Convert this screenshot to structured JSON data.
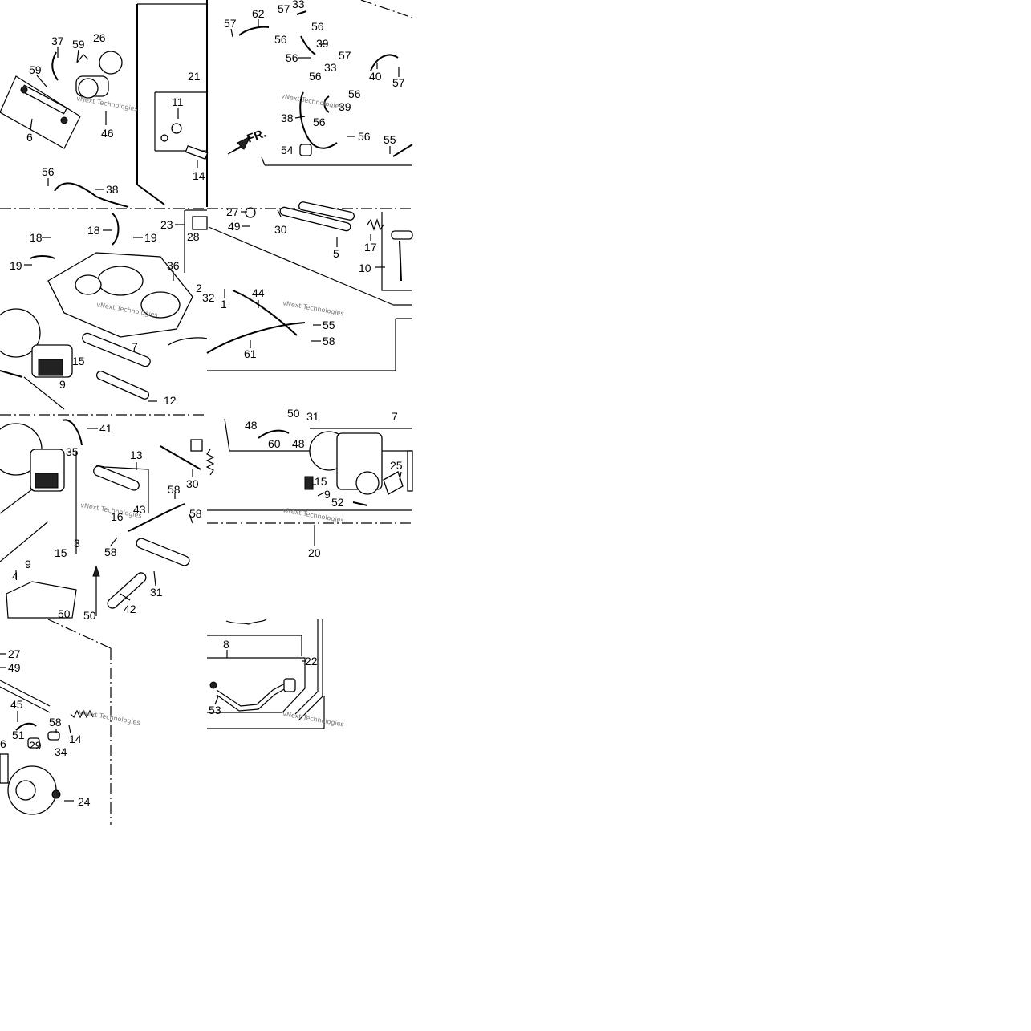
{
  "diagram": {
    "watermark": "vNext Technologies",
    "front_arrow": "FR.",
    "tiles": [
      {
        "id": "t1",
        "labels": [
          "37",
          "59",
          "26",
          "59",
          "6",
          "46",
          "56",
          "38"
        ]
      },
      {
        "id": "t2",
        "labels": [
          "21",
          "11",
          "14",
          "62",
          "57",
          "33",
          "57",
          "56",
          "56",
          "39",
          "56",
          "57",
          "40",
          "57",
          "33",
          "56",
          "56",
          "39",
          "38",
          "56",
          "56",
          "54",
          "55"
        ]
      },
      {
        "id": "t3",
        "labels": [
          "23",
          "28",
          "18",
          "18",
          "19",
          "19",
          "36",
          "2",
          "32",
          "7",
          "15",
          "9",
          "12"
        ]
      },
      {
        "id": "t4",
        "labels": [
          "27",
          "49",
          "30",
          "5",
          "17",
          "10",
          "1",
          "44",
          "55",
          "58",
          "61"
        ]
      },
      {
        "id": "t5",
        "labels": [
          "41",
          "35",
          "13",
          "30",
          "58",
          "58",
          "43",
          "16",
          "3",
          "15",
          "9",
          "4",
          "58",
          "31",
          "42",
          "50",
          "50"
        ]
      },
      {
        "id": "t6",
        "labels": [
          "50",
          "31",
          "7",
          "48",
          "60",
          "48",
          "15",
          "9",
          "52",
          "25",
          "20"
        ]
      },
      {
        "id": "t7",
        "labels": [
          "27",
          "49",
          "45",
          "58",
          "14",
          "51",
          "34",
          "29",
          "6",
          "24"
        ]
      },
      {
        "id": "t8",
        "labels": [
          "8",
          "22",
          "53"
        ]
      }
    ]
  }
}
